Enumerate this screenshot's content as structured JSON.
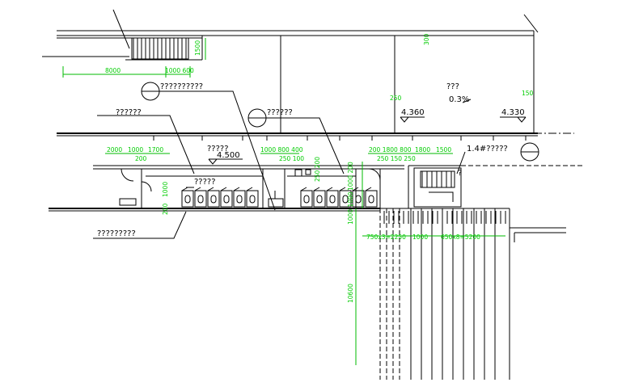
{
  "labels": {
    "l1": "??????????",
    "l2": "??????",
    "l3": "??????",
    "l4": "???",
    "slope": "0.3%",
    "l5": "?????",
    "l6": "?????",
    "l7": "1.4#?????",
    "l8": "?????????",
    "l9": "?"
  },
  "elevations": {
    "e1": "4.500",
    "e2": "4.360",
    "e3": "4.330"
  },
  "dimensions": {
    "d8000": "8000",
    "d1000_600": "1000 600",
    "d1500v": "1500",
    "d300": "300",
    "d250": "250",
    "d150": "150",
    "d2000": "2000",
    "d1000a": "1000",
    "d1700": "1700",
    "d200a": "200",
    "d1000_800_400": "1000 800 400",
    "d250_100": "250 100",
    "d200_1800_800": "200 1800 800",
    "d1800": "1800",
    "d1500": "1500",
    "d250_150_250": "250 150 250",
    "d1000v": "1000",
    "d200v": "200",
    "dv1000_1000": "1000 1000",
    "dv250_200": "250 200",
    "dv1000_200": "1000 200",
    "d750": "750x3=2250",
    "d1000b": "1000",
    "d650": "650x8=5200",
    "d10600": "10600"
  }
}
